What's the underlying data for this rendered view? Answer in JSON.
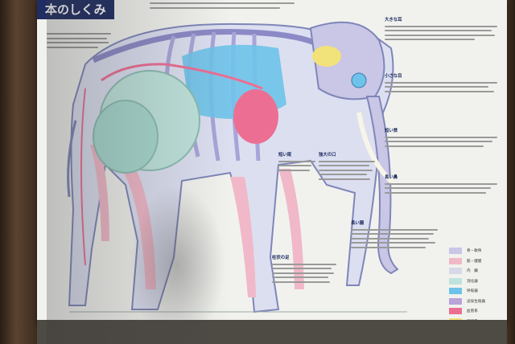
{
  "sign": {
    "title": "本のしくみ",
    "sections": [
      {
        "heading": "大きな耳"
      },
      {
        "heading": "小さな目"
      },
      {
        "heading": "短い首"
      },
      {
        "heading": "長い鼻"
      },
      {
        "heading": "柱状の足"
      },
      {
        "heading": "強大の口"
      },
      {
        "heading": "短い尾"
      },
      {
        "heading": "長い腸"
      }
    ],
    "legend": [
      {
        "label": "骨・軟骨",
        "color": "#c9c6e6"
      },
      {
        "label": "筋・腱膜",
        "color": "#f0b8c8"
      },
      {
        "label": "内　臓",
        "color": "#d6d9e8"
      },
      {
        "label": "消化器",
        "color": "#bfe3dc"
      },
      {
        "label": "呼吸器",
        "color": "#6ec3ea"
      },
      {
        "label": "泌尿生殖器",
        "color": "#b9a3d8"
      },
      {
        "label": "血管系",
        "color": "#ec6f93"
      },
      {
        "label": "神経系",
        "color": "#f2e27a"
      }
    ],
    "colors": {
      "title_bg": "#1f2d63",
      "board_bg": "#f1f2ee",
      "wood_post": "#4a3626"
    }
  }
}
